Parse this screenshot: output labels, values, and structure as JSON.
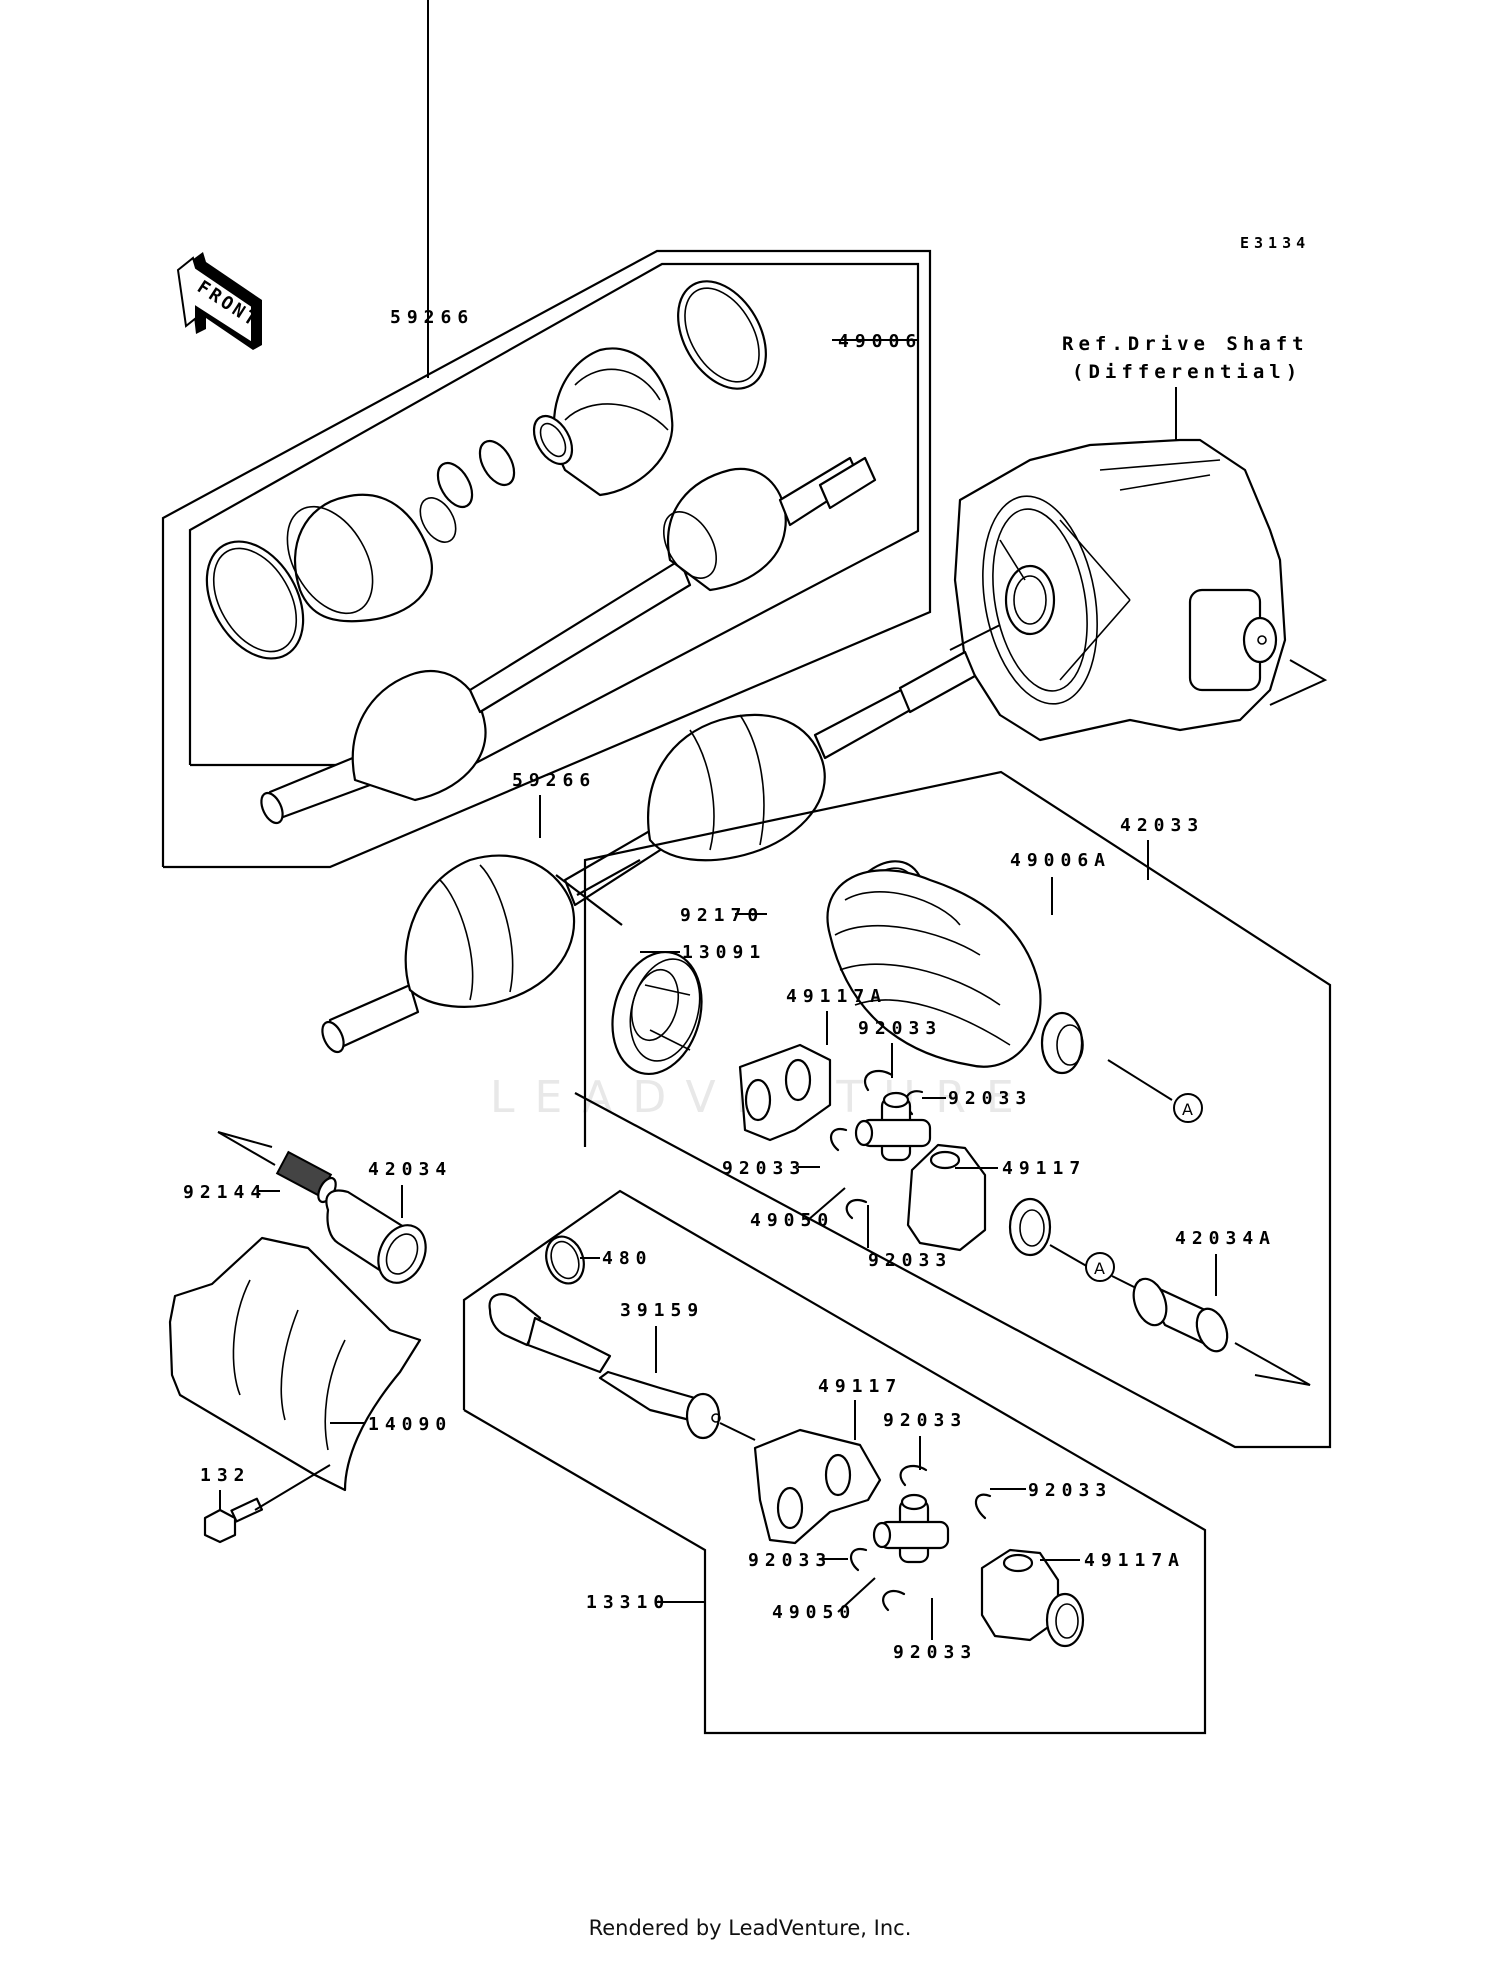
{
  "diagram": {
    "code": "E3134",
    "front_arrow_label": "FRONT",
    "reference_label": {
      "line1": "Ref.Drive Shaft",
      "line2": "(Differential)"
    },
    "watermark": "LEADVENTURE",
    "circle_marker": "A",
    "callouts": {
      "shaft_assy_upper": "59266",
      "boot_kit_upper": "49006",
      "shaft_assy_lower": "59266",
      "joint_assy": "42033",
      "boot": "49006A",
      "band": "92170",
      "cup": "13091",
      "yoke_a_upper": "49117A",
      "circlip_upper_top": "92033",
      "circlip_upper_right": "92033",
      "circlip_upper_left": "92033",
      "spider_upper": "49050",
      "circlip_upper_bottom": "92033",
      "yoke_upper": "49117",
      "coupling": "42034A",
      "spring": "92144",
      "sleeve": "42034",
      "circlip_480": "480",
      "propeller_shaft": "39159",
      "guard": "14090",
      "bolt": "132",
      "yoke_lower": "49117",
      "circlip_lower_top": "92033",
      "circlip_lower_right": "92033",
      "circlip_lower_left": "92033",
      "spider_lower": "49050",
      "circlip_lower_bottom": "92033",
      "yoke_a_lower": "49117A",
      "shaft_assy_bottom": "13310"
    }
  },
  "footer": {
    "text": "Rendered by LeadVenture, Inc."
  }
}
